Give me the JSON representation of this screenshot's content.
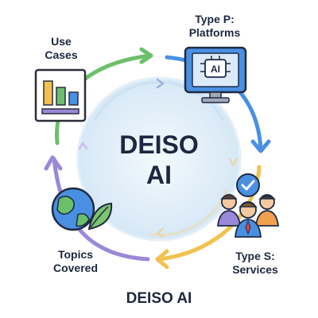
{
  "center": {
    "title": "DEISO\nAI"
  },
  "footer": {
    "title": "DEISO AI"
  },
  "nodes": {
    "use_cases": {
      "label": "Use\nCases",
      "icon": "bar-chart-icon"
    },
    "platforms": {
      "label": "Type P:\nPlatforms",
      "icon": "ai-monitor-icon",
      "icon_text": "AI"
    },
    "services": {
      "label": "Type S:\nServices",
      "icon": "people-group-icon"
    },
    "topics": {
      "label": "Topics\nCovered",
      "icon": "globe-leaf-icon"
    }
  },
  "colors": {
    "green": "#6cbf6a",
    "blue": "#4a90e2",
    "yellow": "#f2c14e",
    "purple": "#9a88d8",
    "center_fill": "#dcecf8",
    "text": "#1c2740"
  }
}
